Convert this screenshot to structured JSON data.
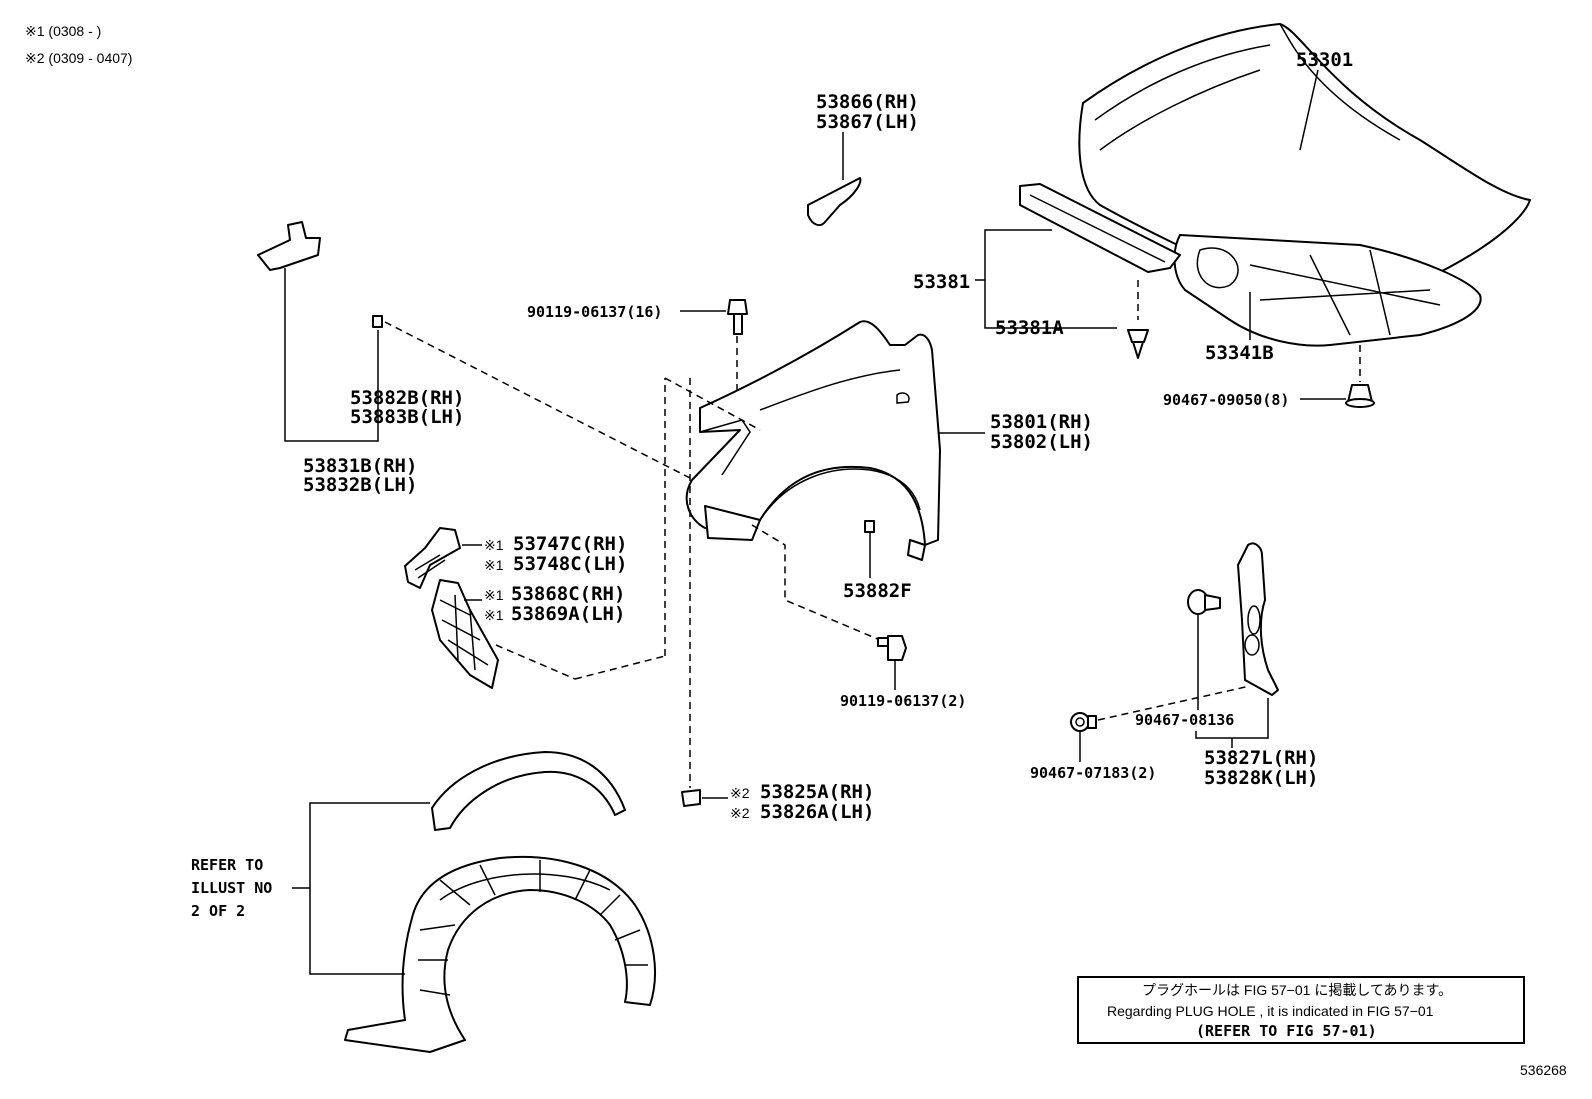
{
  "notes": {
    "note1": "※1 (0308 -        )",
    "note2": "※2 (0309 - 0407)"
  },
  "labels": {
    "hood": "53301",
    "hood_seal": "53381",
    "hood_seal_clip": "53381A",
    "hood_insulator": "53341B",
    "insulator_clip": "90467-09050(8)",
    "headlamp_seal_rh": "53866(RH)",
    "headlamp_seal_lh": "53867(LH)",
    "bolt_top": "90119-06137(16)",
    "fender_rh": "53801(RH)",
    "fender_lh": "53802(LH)",
    "bracket_b_rh": "53882B(RH)",
    "bracket_b_lh": "53883B(LH)",
    "fender_bracket_rh": "53831B(RH)",
    "fender_bracket_lh": "53832B(LH)",
    "ext_rh": "53747C(RH)",
    "ext_lh": "53748C(LH)",
    "liner_rh": "53868C(RH)",
    "liner_lh": "53869A(LH)",
    "mark1": "※1",
    "bracket_f": "53882F",
    "bolt_bottom": "90119-06137(2)",
    "clip_08136": "90467-08136",
    "clip_07183": "90467-07183(2)",
    "seal_side_rh": "53827L(RH)",
    "seal_side_lh": "53828K(LH)",
    "mark2": "※2",
    "pad_rh": "53825A(RH)",
    "pad_lh": "53826A(LH)",
    "refer_line1": "REFER TO",
    "refer_line2": "ILLUST NO",
    "refer_line3": "2 OF 2",
    "diagram_id": "536268"
  },
  "notice": {
    "jp": "プラグホールは FIG 57−01 に掲載してあります。",
    "en": "Regarding PLUG HOLE , it is indicated in FIG 57−01",
    "ref": "(REFER TO FIG 57-01)"
  }
}
